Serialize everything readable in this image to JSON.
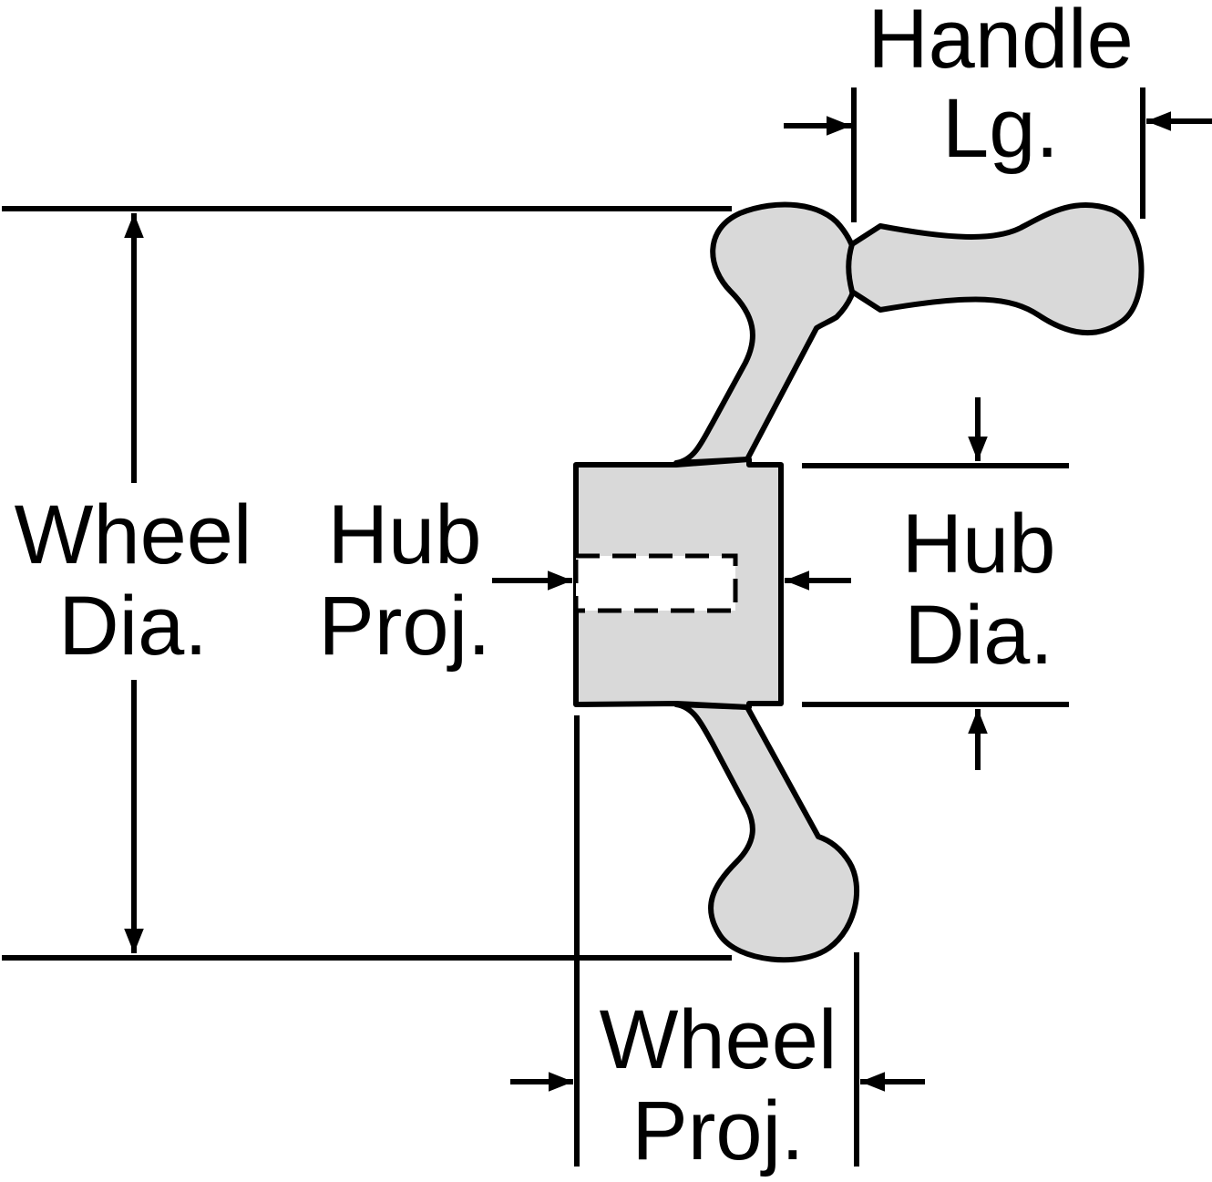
{
  "colors": {
    "background": "#ffffff",
    "part_fill": "#d9d9d9",
    "line": "#000000",
    "hidden_bore_line": "#000000"
  },
  "labels": {
    "handle_length": {
      "line1": "Handle",
      "line2": "Lg."
    },
    "wheel_diameter": {
      "line1": "Wheel",
      "line2": "Dia."
    },
    "hub_projection": {
      "line1": "Hub",
      "line2": "Proj."
    },
    "hub_diameter": {
      "line1": "Hub",
      "line2": "Dia."
    },
    "wheel_projection": {
      "line1": "Wheel",
      "line2": "Proj."
    }
  }
}
